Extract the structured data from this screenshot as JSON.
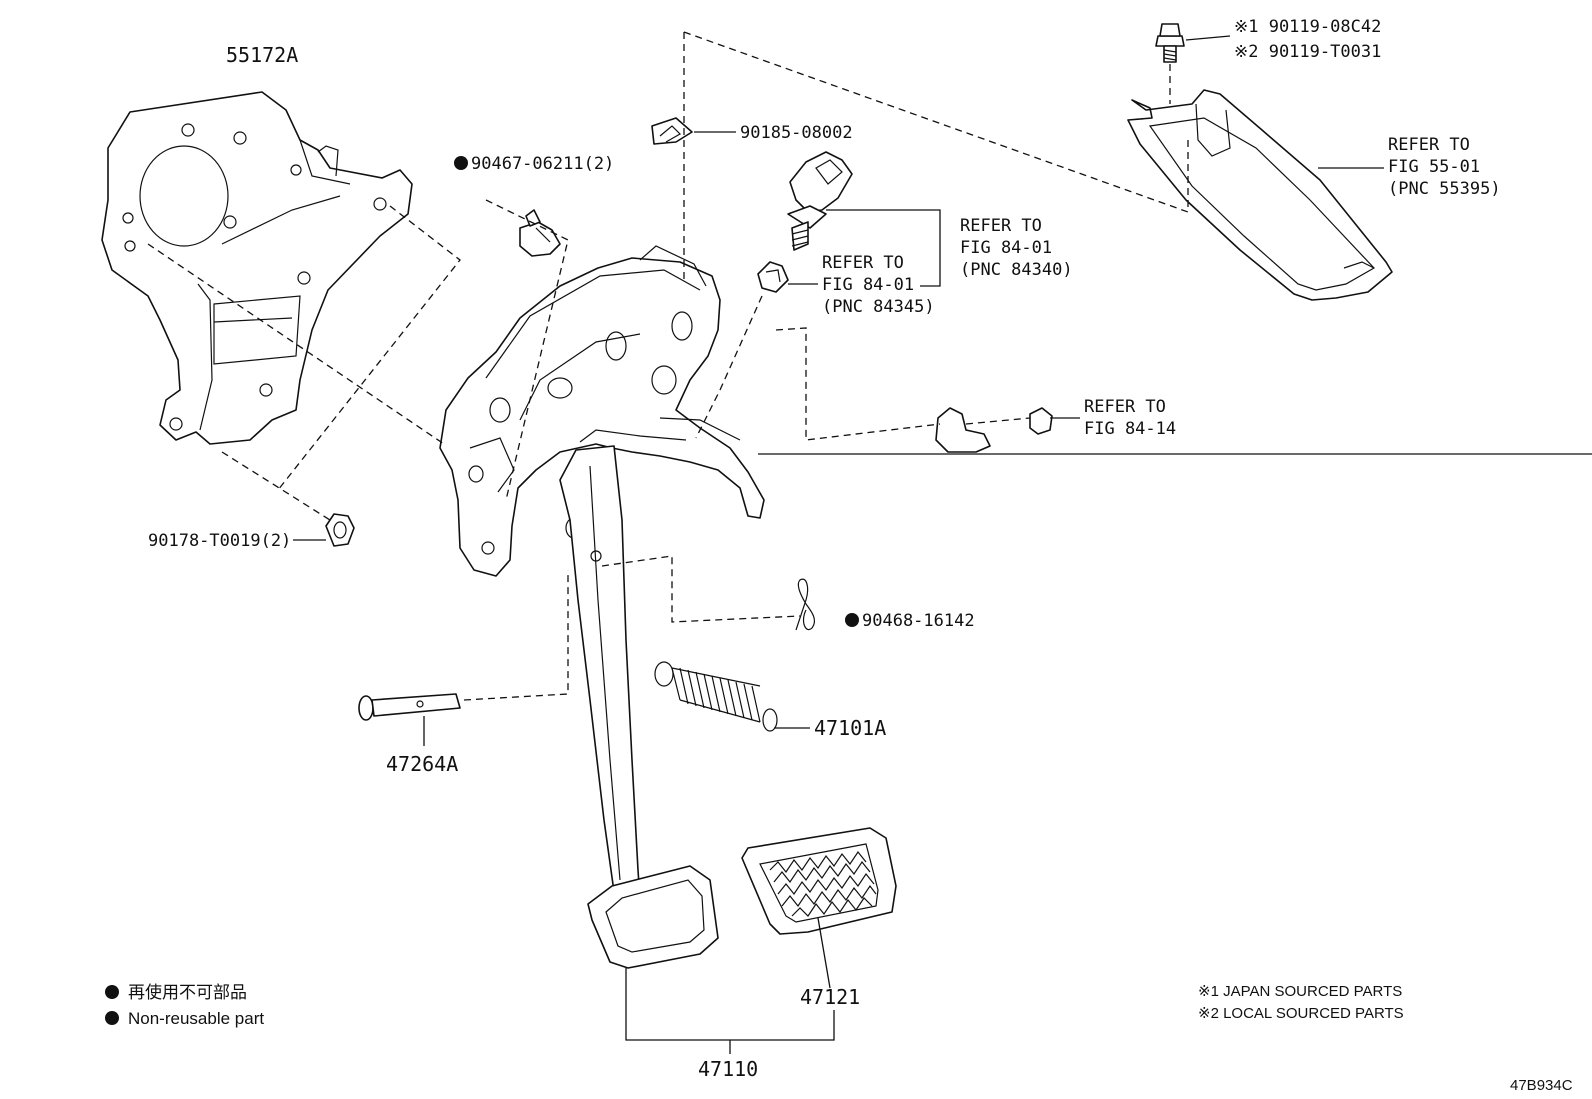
{
  "labels": {
    "p55172a": "55172A",
    "p90467": "90467-06211(2)",
    "p90185": "90185-08002",
    "p90178": "90178-T0019(2)",
    "p90468": "90468-16142",
    "p47264a": "47264A",
    "p47101a": "47101A",
    "p47121": "47121",
    "p47110": "47110",
    "bolt_j": "※1 90119-08C42",
    "bolt_l": "※2 90119-T0031"
  },
  "refs": {
    "r1": {
      "l1": "REFER TO",
      "l2": "FIG 55-01",
      "l3": "(PNC 55395)"
    },
    "r2": {
      "l1": "REFER TO",
      "l2": "FIG 84-01",
      "l3": "(PNC 84340)"
    },
    "r3": {
      "l1": "REFER TO",
      "l2": "FIG 84-01",
      "l3": "(PNC 84345)"
    },
    "r4": {
      "l1": "REFER TO",
      "l2": "FIG 84-14"
    }
  },
  "legend": {
    "jp": "再使用不可部品",
    "en": "Non-reusable part",
    "note1": "※1 JAPAN SOURCED PARTS",
    "note2": "※2 LOCAL SOURCED PARTS"
  },
  "figure_code": "47B934C"
}
